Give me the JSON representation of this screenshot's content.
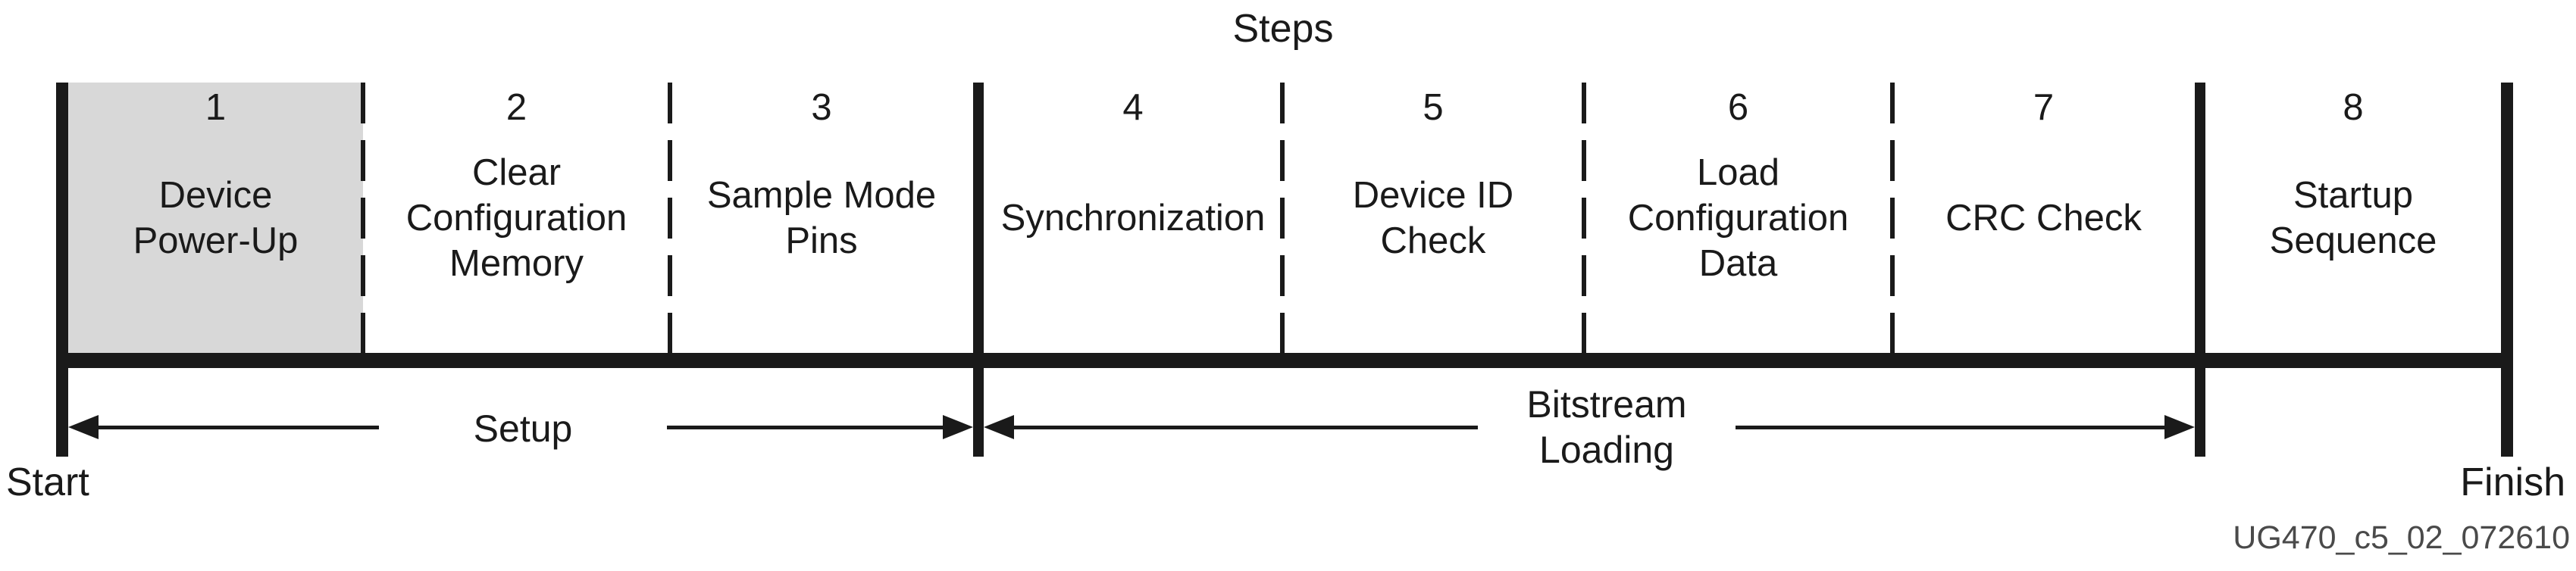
{
  "title": "Steps",
  "steps": [
    {
      "num": "1",
      "label": "Device\nPower-Up",
      "shaded": true
    },
    {
      "num": "2",
      "label": "Clear\nConfiguration\nMemory",
      "shaded": false
    },
    {
      "num": "3",
      "label": "Sample Mode\nPins",
      "shaded": false
    },
    {
      "num": "4",
      "label": "Synchronization",
      "shaded": false
    },
    {
      "num": "5",
      "label": "Device ID\nCheck",
      "shaded": false
    },
    {
      "num": "6",
      "label": "Load\nConfiguration\nData",
      "shaded": false
    },
    {
      "num": "7",
      "label": "CRC Check",
      "shaded": false
    },
    {
      "num": "8",
      "label": "Startup\nSequence",
      "shaded": false
    }
  ],
  "phases": [
    {
      "label": "Setup"
    },
    {
      "label": "Bitstream\nLoading"
    }
  ],
  "endpoints": {
    "start": "Start",
    "finish": "Finish"
  },
  "watermark": "UG470_c5_02_072610",
  "colors": {
    "ink": "#1a1a1a",
    "shaded": "#d8d8d8",
    "watermark": "#4a4a4a",
    "paper": "#ffffff"
  }
}
